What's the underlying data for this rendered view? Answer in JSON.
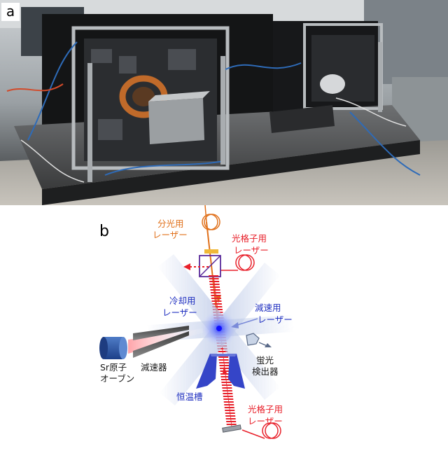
{
  "panel_a": {
    "label": "a"
  },
  "panel_b": {
    "label": "b",
    "labels": {
      "spectroscopy_laser_1": "分光用",
      "spectroscopy_laser_2": "レーザー",
      "lattice_laser_top_1": "光格子用",
      "lattice_laser_top_2": "レーザー",
      "cooling_laser_1": "冷却用",
      "cooling_laser_2": "レーザー",
      "deceleration_laser_1": "減速用",
      "deceleration_laser_2": "レーザー",
      "sr_oven_1": "Sr原子",
      "sr_oven_2": "オーブン",
      "zeeman_slower": "減速器",
      "fluorescence_detector_1": "蛍光",
      "fluorescence_detector_2": "検出器",
      "thermostat": "恒温槽",
      "lattice_laser_bottom_1": "光格子用",
      "lattice_laser_bottom_2": "レーザー"
    },
    "colors": {
      "orange": "#e0701a",
      "red": "#e8202a",
      "blue": "#1f3fc8",
      "purple": "#5a2a9a",
      "text_blue": "#2030c0",
      "text_dark": "#1a1a1a"
    }
  }
}
